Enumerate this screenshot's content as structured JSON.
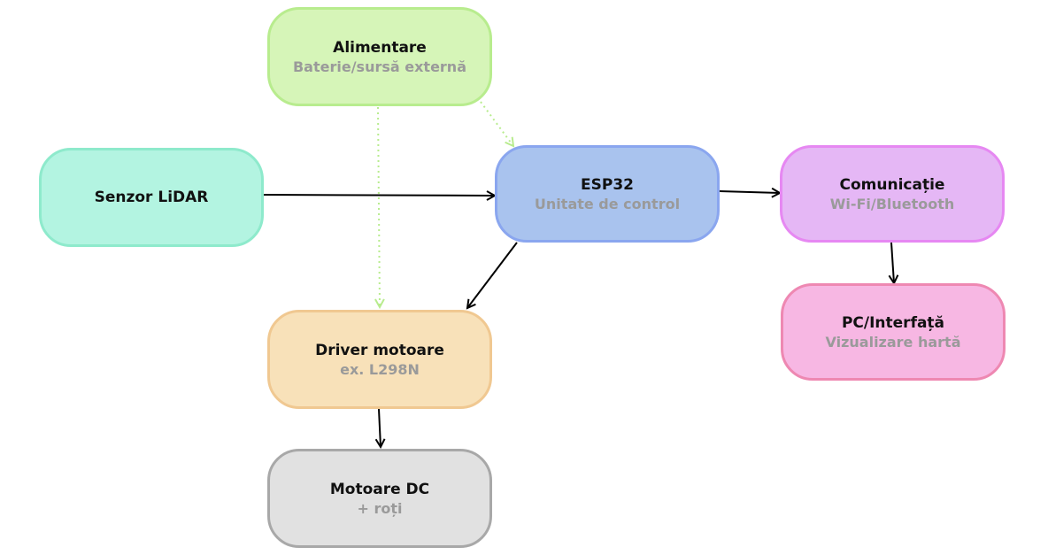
{
  "nodes": {
    "alimentare": {
      "title": "Alimentare",
      "subtitle": "Baterie/sursă externă",
      "fill": "#d6f5b8",
      "stroke": "#b8ec8e"
    },
    "lidar": {
      "title": "Senzor LiDAR",
      "subtitle": "",
      "fill": "#b3f4e1",
      "stroke": "#8eeacc"
    },
    "esp32": {
      "title": "ESP32",
      "subtitle": "Unitate de control",
      "fill": "#a9c3ee",
      "stroke": "#8aa6ef"
    },
    "comunicatie": {
      "title": "Comunicație",
      "subtitle": "Wi-Fi/Bluetooth",
      "fill": "#e5b7f5",
      "stroke": "#e688f2"
    },
    "pc": {
      "title": "PC/Interfață",
      "subtitle": "Vizualizare hartă",
      "fill": "#f7b7e3",
      "stroke": "#ee88b2"
    },
    "driver": {
      "title": "Driver motoare",
      "subtitle": "ex. L298N",
      "fill": "#f8e1b9",
      "stroke": "#f0c891"
    },
    "motoare": {
      "title": "Motoare DC",
      "subtitle": "+ roți",
      "fill": "#e1e1e1",
      "stroke": "#a8a8a8"
    }
  },
  "edges": [
    {
      "from": "lidar",
      "to": "esp32",
      "style": "solid"
    },
    {
      "from": "esp32",
      "to": "comunicatie",
      "style": "solid"
    },
    {
      "from": "comunicatie",
      "to": "pc",
      "style": "solid"
    },
    {
      "from": "esp32",
      "to": "driver",
      "style": "solid"
    },
    {
      "from": "driver",
      "to": "motoare",
      "style": "solid"
    },
    {
      "from": "alimentare",
      "to": "esp32",
      "style": "dotted"
    },
    {
      "from": "alimentare",
      "to": "driver",
      "style": "dotted"
    }
  ],
  "colors": {
    "arrow": "#000000",
    "power_arrow": "#b8ec8e",
    "title_text": "#111111",
    "subtitle_text": "#9a9a9a"
  }
}
